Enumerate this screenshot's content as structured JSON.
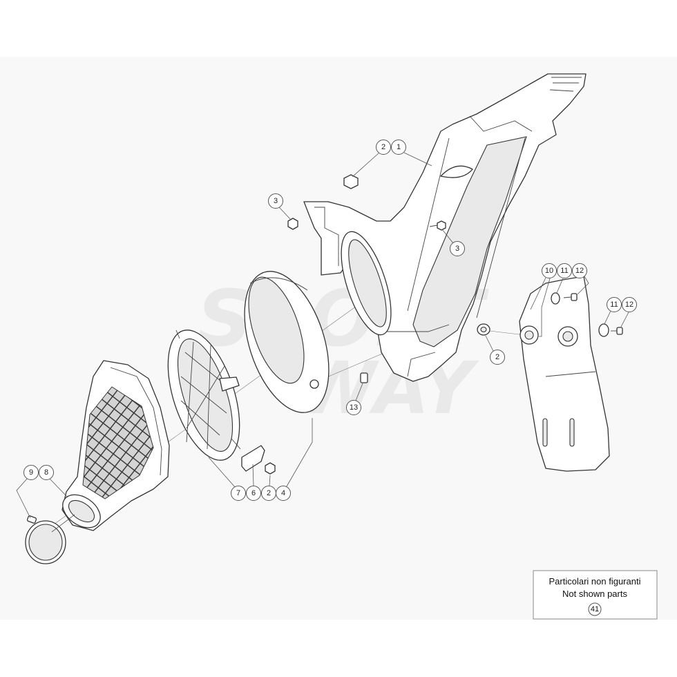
{
  "callouts": [
    "2",
    "1",
    "3",
    "3",
    "10",
    "11",
    "12",
    "11",
    "12",
    "2",
    "13",
    "9",
    "8",
    "7",
    "6",
    "2",
    "4"
  ],
  "legend_box": {
    "line1": "Particolari non figuranti",
    "line2": "Not shown parts",
    "part": "41"
  },
  "watermark": [
    "SPORT",
    "WAY"
  ],
  "colors": {
    "line": "#333333",
    "part_fill": "#ffffff",
    "background": "#f8f8f8"
  }
}
